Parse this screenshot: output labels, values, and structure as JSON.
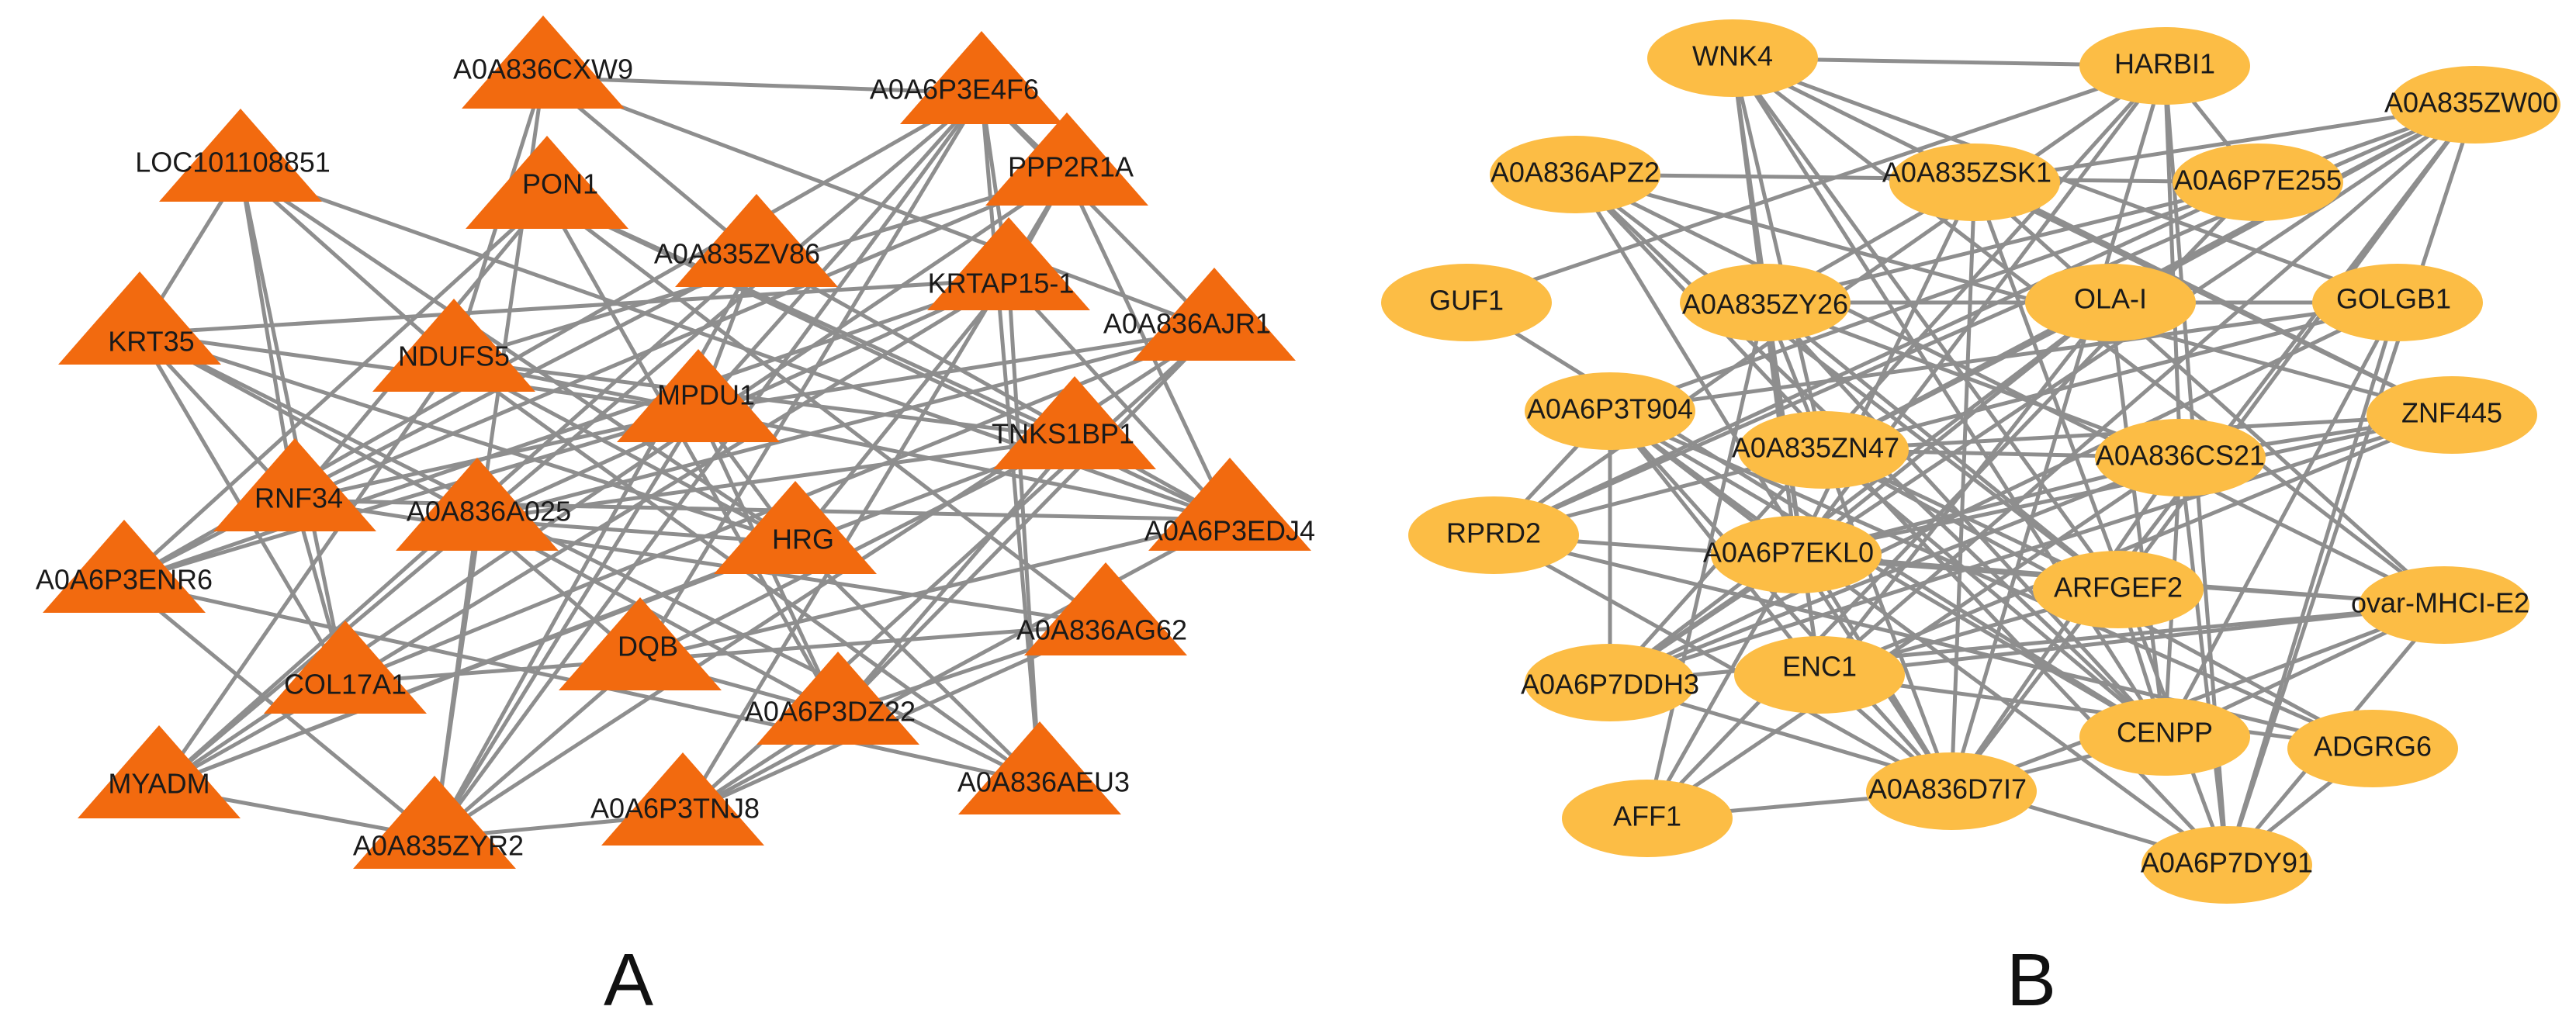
{
  "colors": {
    "edge": "#8e8e8e",
    "triangle_node": "#f26a0f",
    "ellipse_node": "#fcbd45",
    "label": "#1a1a1a",
    "background": "#ffffff"
  },
  "panels": [
    {
      "letter": "A",
      "node_shape": "triangle",
      "nodes": [
        "A0A836CXW9",
        "A0A6P3E4F6",
        "LOC101108851",
        "PON1",
        "PPP2R1A",
        "A0A835ZV86",
        "KRTAP15-1",
        "KRT35",
        "NDUFS5",
        "A0A836AJR1",
        "MPDU1",
        "TNKS1BP1",
        "RNF34",
        "A0A836A025",
        "HRG",
        "A0A6P3EDJ4",
        "A0A6P3ENR6",
        "A0A836AG62",
        "COL17A1",
        "DQB",
        "A0A6P3DZ22",
        "MYADM",
        "A0A836AEU3",
        "A0A835ZYR2",
        "A0A6P3TNJ8"
      ]
    },
    {
      "letter": "B",
      "node_shape": "ellipse",
      "nodes": [
        "WNK4",
        "HARBI1",
        "A0A835ZW00",
        "A0A836APZ2",
        "A0A835ZSK1",
        "A0A6P7E255",
        "GUF1",
        "A0A835ZY26",
        "OLA-I",
        "GOLGB1",
        "A0A6P3T904",
        "A0A835ZN47",
        "A0A836CS21",
        "ZNF445",
        "RPRD2",
        "A0A6P7EKL0",
        "ARFGEF2",
        "ovar-MHCI-E2",
        "A0A6P7DDH3",
        "ENC1",
        "CENPP",
        "ADGRG6",
        "AFF1",
        "A0A836D7I7",
        "A0A6P7DY91"
      ]
    }
  ]
}
